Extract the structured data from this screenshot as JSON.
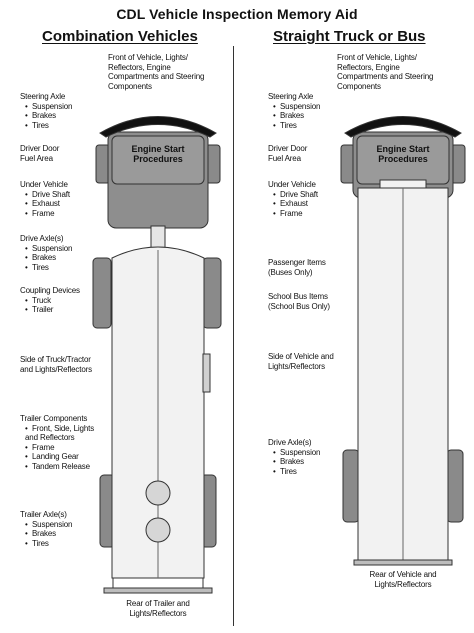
{
  "title": "CDL Vehicle Inspection Memory Aid",
  "combination": {
    "heading": "Combination Vehicles",
    "front": "Front of Vehicle, Lights/\nReflectors, Engine\nCompartments and Steering\nComponents",
    "engine": "Engine Start\nProcedures",
    "steering_axle": {
      "title": "Steering Axle",
      "items": [
        "Suspension",
        "Brakes",
        "Tires"
      ]
    },
    "driver_door": "Driver Door\nFuel Area",
    "under_vehicle": {
      "title": "Under Vehicle",
      "items": [
        "Drive Shaft",
        "Exhaust",
        "Frame"
      ]
    },
    "drive_axles": {
      "title": "Drive Axle(s)",
      "items": [
        "Suspension",
        "Brakes",
        "Tires"
      ]
    },
    "coupling": {
      "title": "Coupling Devices",
      "items": [
        "Truck",
        "Trailer"
      ]
    },
    "side": "Side of Truck/Tractor\nand Lights/Reflectors",
    "trailer_components": {
      "title": "Trailer Components",
      "items": [
        "Front, Side, Lights\nand Reflectors",
        "Frame",
        "Landing Gear",
        "Tandem Release"
      ]
    },
    "trailer_axles": {
      "title": "Trailer Axle(s)",
      "items": [
        "Suspension",
        "Brakes",
        "Tires"
      ]
    },
    "rear": "Rear of Trailer and\nLights/Reflectors"
  },
  "straight": {
    "heading": "Straight Truck or Bus",
    "front": "Front of Vehicle, Lights/\nReflectors, Engine\nCompartments and Steering\nComponents",
    "engine": "Engine Start\nProcedures",
    "steering_axle": {
      "title": "Steering Axle",
      "items": [
        "Suspension",
        "Brakes",
        "Tires"
      ]
    },
    "driver_door": "Driver Door\nFuel Area",
    "under_vehicle": {
      "title": "Under Vehicle",
      "items": [
        "Drive Shaft",
        "Exhaust",
        "Frame"
      ]
    },
    "passenger": "Passenger Items\n(Buses Only)",
    "school_bus": "School Bus Items\n(School Bus Only)",
    "side": "Side of Vehicle and\nLights/Reflectors",
    "drive_axles": {
      "title": "Drive Axle(s)",
      "items": [
        "Suspension",
        "Brakes",
        "Tires"
      ]
    },
    "rear": "Rear of Vehicle and\nLights/Reflectors"
  },
  "colors": {
    "body_fill": "#f2f2f2",
    "cab_fill": "#8e8e8e",
    "wheel_fill": "#8a8a8a",
    "outline": "#333333"
  }
}
